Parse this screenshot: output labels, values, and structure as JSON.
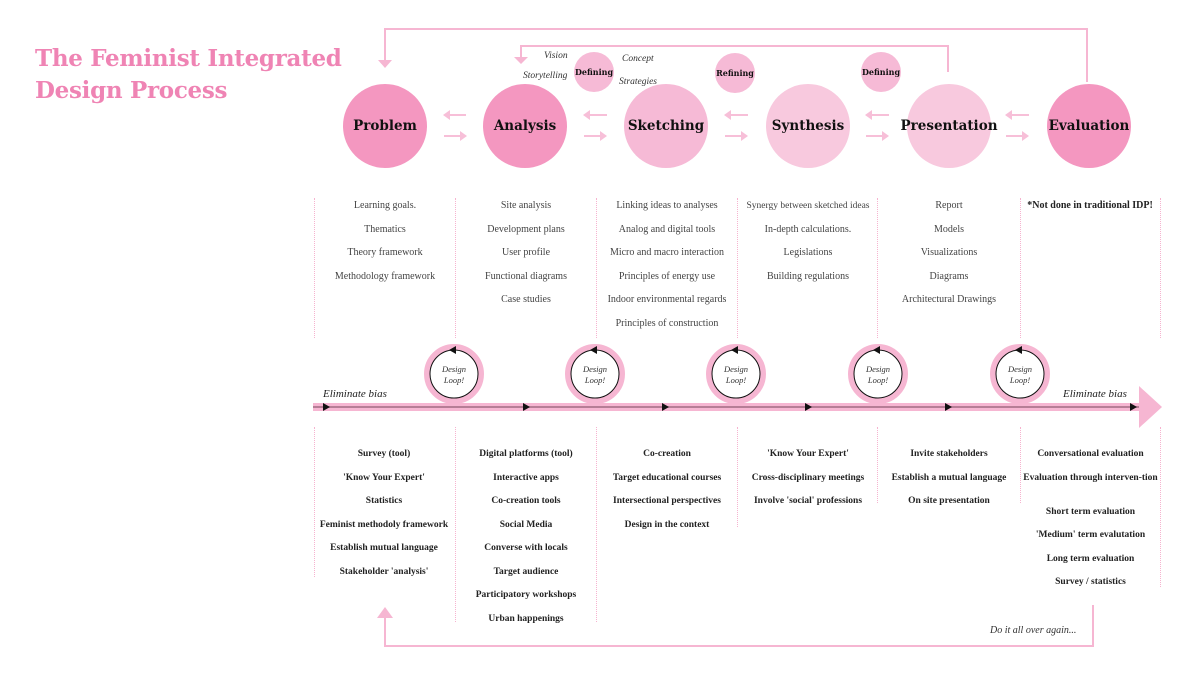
{
  "title": {
    "line1": "The Feminist Integrated",
    "line2": "Design Process"
  },
  "colors": {
    "title": "#ef84b4",
    "strong_pink": "#f497c0",
    "light_pink": "#f6bad6",
    "pale_pink": "#f8c9de",
    "line_pink": "#f6b6d2",
    "timeline_dark": "#a06a82"
  },
  "stages": [
    {
      "label": "Problem",
      "tone": "strong"
    },
    {
      "label": "Analysis",
      "tone": "strong"
    },
    {
      "label": "Sketching",
      "tone": "light"
    },
    {
      "label": "Synthesis",
      "tone": "pale"
    },
    {
      "label": "Presentation",
      "tone": "pale"
    },
    {
      "label": "Evaluation",
      "tone": "strong"
    }
  ],
  "small_circles": [
    {
      "label": "Defining"
    },
    {
      "label": "Refining"
    },
    {
      "label": "Defining"
    }
  ],
  "annotations": {
    "vision": "Vision",
    "storytelling": "Storytelling",
    "concept": "Concept",
    "strategies": "Strategies"
  },
  "top_lists": [
    [
      "Learning goals.",
      "Thematics",
      "Theory framework",
      "Methodology framework"
    ],
    [
      "Site analysis",
      "Development plans",
      "User profile",
      "Functional diagrams",
      "Case studies"
    ],
    [
      "Linking ideas to analyses",
      "Analog and digital tools",
      "Micro and macro interaction",
      "Principles of energy use",
      "Indoor environmental regards",
      "Principles of construction"
    ],
    [
      "Synergy between sketched ideas",
      "In-depth calculations.",
      "Legislations",
      "Building regulations"
    ],
    [
      "Report",
      "Models",
      "Visualizations",
      "Diagrams",
      "Architectural Drawings"
    ],
    [
      "*Not done in traditional IDP!"
    ]
  ],
  "timeline": {
    "left_label": "Eliminate bias",
    "right_label": "Eliminate bias",
    "loops": [
      {
        "line1": "Design",
        "line2": "Loop!"
      },
      {
        "line1": "Design",
        "line2": "Loop!"
      },
      {
        "line1": "Design",
        "line2": "Loop!"
      },
      {
        "line1": "Design",
        "line2": "Loop!"
      },
      {
        "line1": "Design",
        "line2": "Loop!"
      }
    ]
  },
  "bottom_lists": [
    [
      "Survey (tool)",
      "'Know Your Expert'",
      "Statistics",
      "Feminist methodoly framework",
      "Establish mutual language",
      "Stakeholder 'analysis'"
    ],
    [
      "Digital platforms (tool)",
      "Interactive apps",
      "Co-creation tools",
      "Social Media",
      "Converse with locals",
      "Target audience",
      "Participatory workshops",
      "Urban happenings"
    ],
    [
      "Co-creation",
      "Target educational courses",
      "Intersectional perspectives",
      "Design in the context"
    ],
    [
      "'Know Your Expert'",
      "Cross-disciplinary meetings",
      "Involve 'social' professions"
    ],
    [
      "Invite stakeholders",
      "Establish a mutual language",
      "On site presentation"
    ],
    [
      "Conversational evaluation",
      "Evaluation through interven-tion",
      "Short term evaluation",
      "'Medium' term evalutation",
      "Long term evaluation",
      "Survey / statistics"
    ]
  ],
  "footer": {
    "repeat_label": "Do it all over again..."
  }
}
